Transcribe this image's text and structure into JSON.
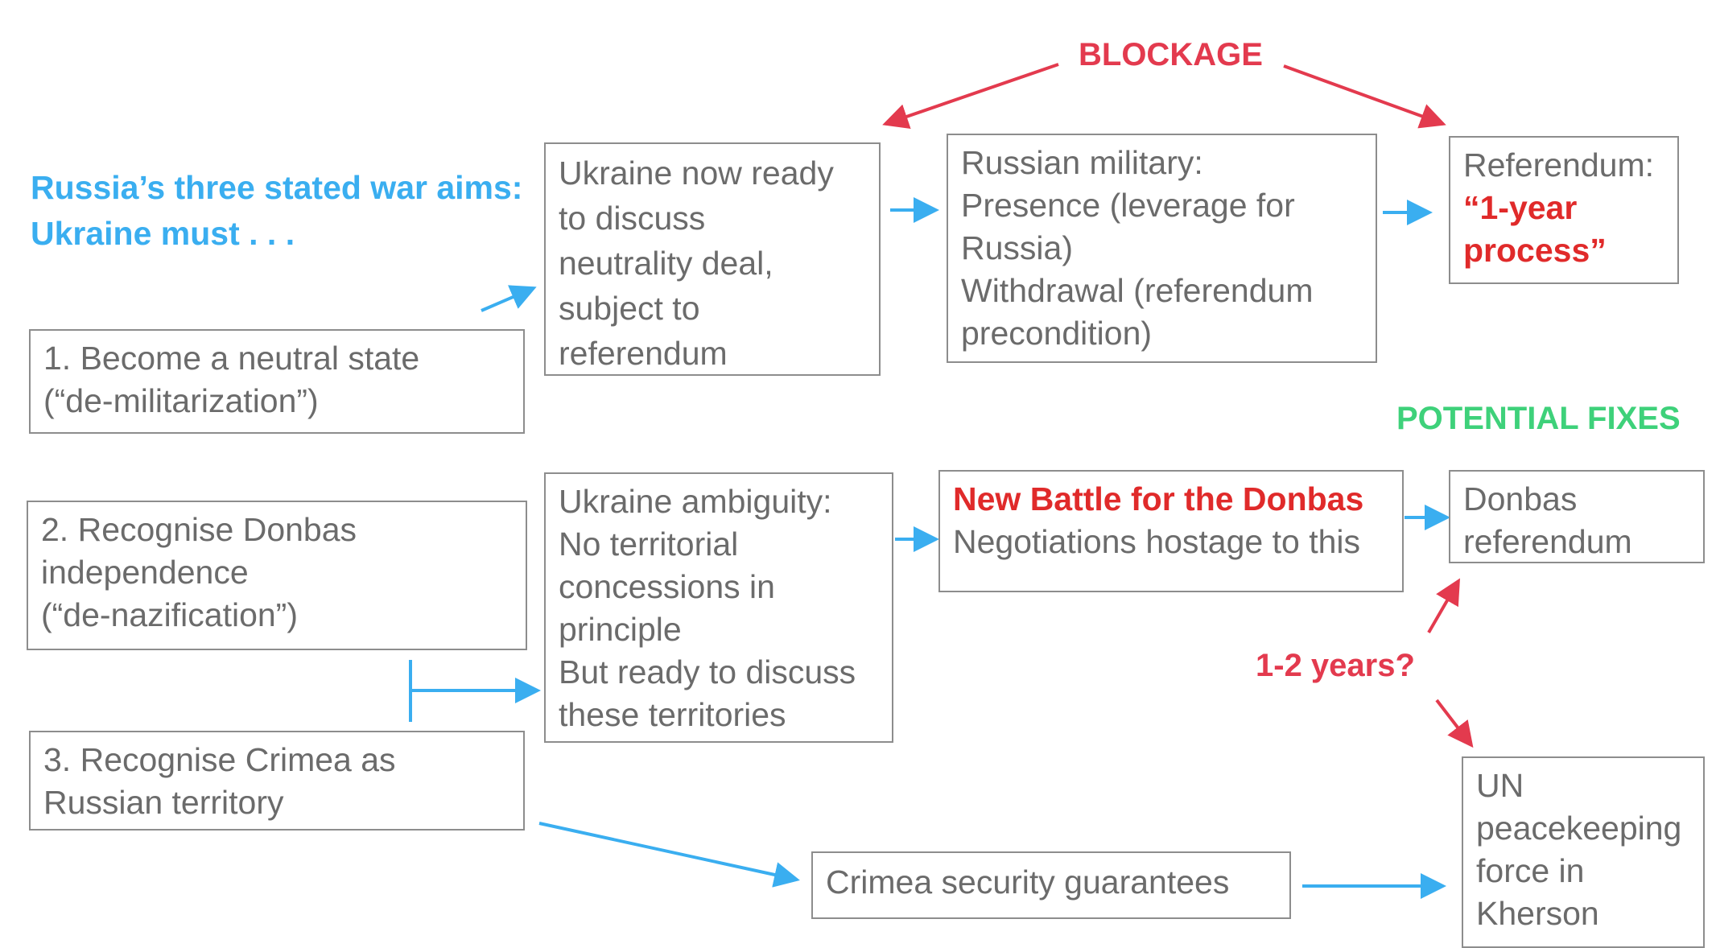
{
  "colors": {
    "blue": "#3aaef0",
    "red": "#e33a4e",
    "bright_red": "#e02a2a",
    "green": "#3ed17a",
    "box_border": "#8d8d8d",
    "box_text": "#6b6b6b"
  },
  "headings": {
    "war_aims_line1": "Russia’s three stated war aims:",
    "war_aims_line2": "Ukraine must . . .",
    "blockage": "BLOCKAGE",
    "potential_fixes": "POTENTIAL FIXES",
    "timeline": "1-2 years?"
  },
  "aims": {
    "aim1": [
      "1. Become a neutral state",
      "(“de-militarization”)"
    ],
    "aim2": [
      "2. Recognise Donbas",
      "independence",
      "(“de-nazification”)"
    ],
    "aim3": [
      "3. Recognise Crimea as",
      "Russian territory"
    ]
  },
  "ukraine": {
    "neutrality": [
      "Ukraine now ready",
      "to discuss",
      "neutrality deal,",
      "subject to",
      "referendum"
    ],
    "ambiguity": [
      "Ukraine ambiguity:",
      "No territorial",
      "concessions in",
      "principle",
      "But ready to discuss",
      "these territories"
    ]
  },
  "russia": {
    "military": [
      "Russian military:",
      "Presence (leverage for",
      "Russia)",
      "Withdrawal (referendum",
      "precondition)"
    ]
  },
  "referendum": {
    "label": "Referendum:",
    "highlight": [
      "“1-year",
      "process”"
    ]
  },
  "donbas_battle": {
    "highlight": "New Battle for the Donbas",
    "note": "Negotiations hostage to this"
  },
  "fixes": {
    "donbas_referendum": [
      "Donbas",
      "referendum"
    ],
    "un_force": [
      "UN",
      "peacekeeping",
      "force in",
      "Kherson"
    ]
  },
  "crimea": {
    "guarantees": "Crimea security guarantees"
  }
}
